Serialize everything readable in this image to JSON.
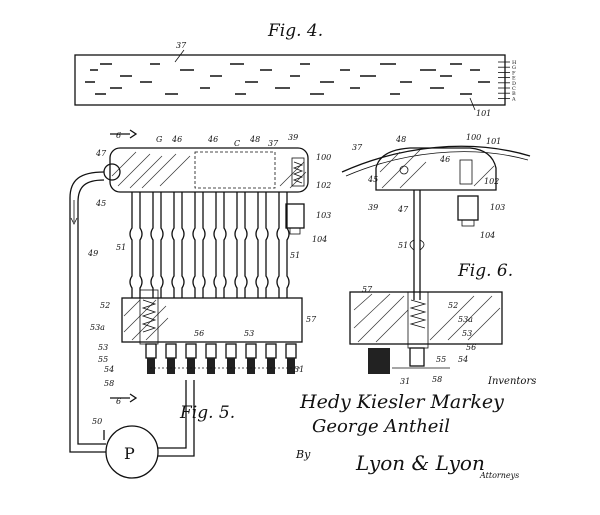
{
  "figures": {
    "fig4": "Fig. 4.",
    "fig5": "Fig. 5.",
    "fig6": "Fig. 6."
  },
  "fig4_labels": {
    "roll": "37",
    "end": "101",
    "tracks": [
      "H",
      "G",
      "F",
      "E",
      "D",
      "C",
      "B",
      "A"
    ]
  },
  "fig5_labels": {
    "section_top": "6",
    "section_bottom": "6",
    "l47": "47",
    "lG": "G",
    "l46a": "46",
    "l46b": "46",
    "lC": "C",
    "l48": "48",
    "l37": "37",
    "l39": "39",
    "l100": "100",
    "l102": "102",
    "l103": "103",
    "l104": "104",
    "l45": "45",
    "l51a": "51",
    "l51b": "51",
    "l49": "49",
    "l52": "52",
    "l53a": "53a",
    "l53": "53",
    "l55": "55",
    "l54": "54",
    "l58": "58",
    "l56": "56",
    "l53b": "53",
    "l57": "57",
    "l31": "31",
    "l50": "50",
    "pump": "P"
  },
  "fig6_labels": {
    "l48": "48",
    "l100": "100",
    "l101": "101",
    "l37": "37",
    "l46": "46",
    "l45": "45",
    "l102": "102",
    "l39": "39",
    "l47": "47",
    "l103": "103",
    "l104": "104",
    "l51": "51",
    "l57": "57",
    "l52": "52",
    "l53a": "53a",
    "l53": "53",
    "l56": "56",
    "l55": "55",
    "l54": "54",
    "l31": "31",
    "l58": "58"
  },
  "inventors_caption": "Inventors",
  "inventors": [
    "Hedy Kiesler Markey",
    "George Antheil"
  ],
  "by": "By",
  "attorney_signature": "Lyon & Lyon",
  "attorneys_caption": "Attorneys"
}
